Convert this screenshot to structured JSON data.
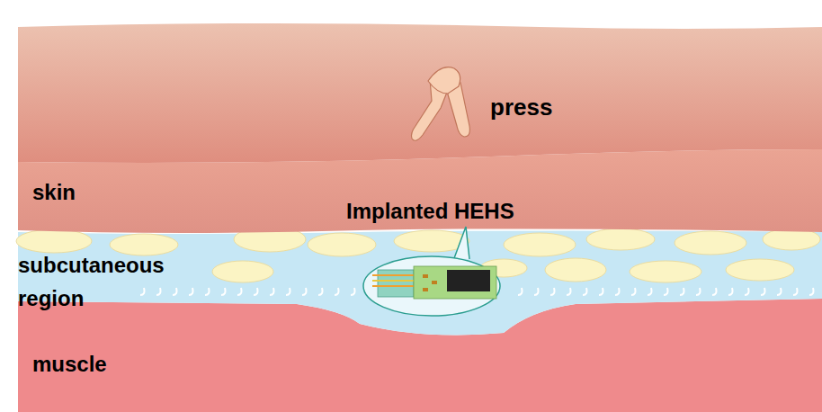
{
  "diagram": {
    "labels": [
      "press",
      "skin",
      "Implanted HEHS",
      "subcutaneous region",
      "muscle"
    ]
  }
}
